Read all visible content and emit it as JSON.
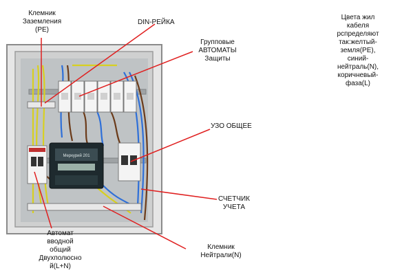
{
  "labels": {
    "pe_terminal": "Клемник\nЗаземления\n(PE)",
    "din_rail": "DIN-РЕЙКА",
    "group_breakers": "Групповые\nАВТОМАТЫ\nЗащиты",
    "rcd": "УЗО ОБЩЕЕ",
    "meter": "СЧЕТЧИК\nУЧЕТА",
    "main_breaker": "Автомат\nвводной\nобщий\nДвухполюсно\nй(L+N)",
    "neutral_terminal": "Клемник\nНейтрали(N)"
  },
  "note": "Цвета жил\nкабеля\nрспределяют\nтак:желтый-\nземля(PE),\nсиний-\nнейтраль(N),\nкоричневый-\nфаза(L)",
  "meter_text": "Меркурий 201",
  "colors": {
    "pointer_line": "#e02020",
    "cabinet": "#d9d9d9",
    "din_rail": "#b8b8b8",
    "breaker": "#f4f4f4",
    "wire_yellow": "#d8d020",
    "wire_blue": "#2e6fd8",
    "wire_brown": "#6b3b1a",
    "meter_body": "#1e2a2e"
  }
}
